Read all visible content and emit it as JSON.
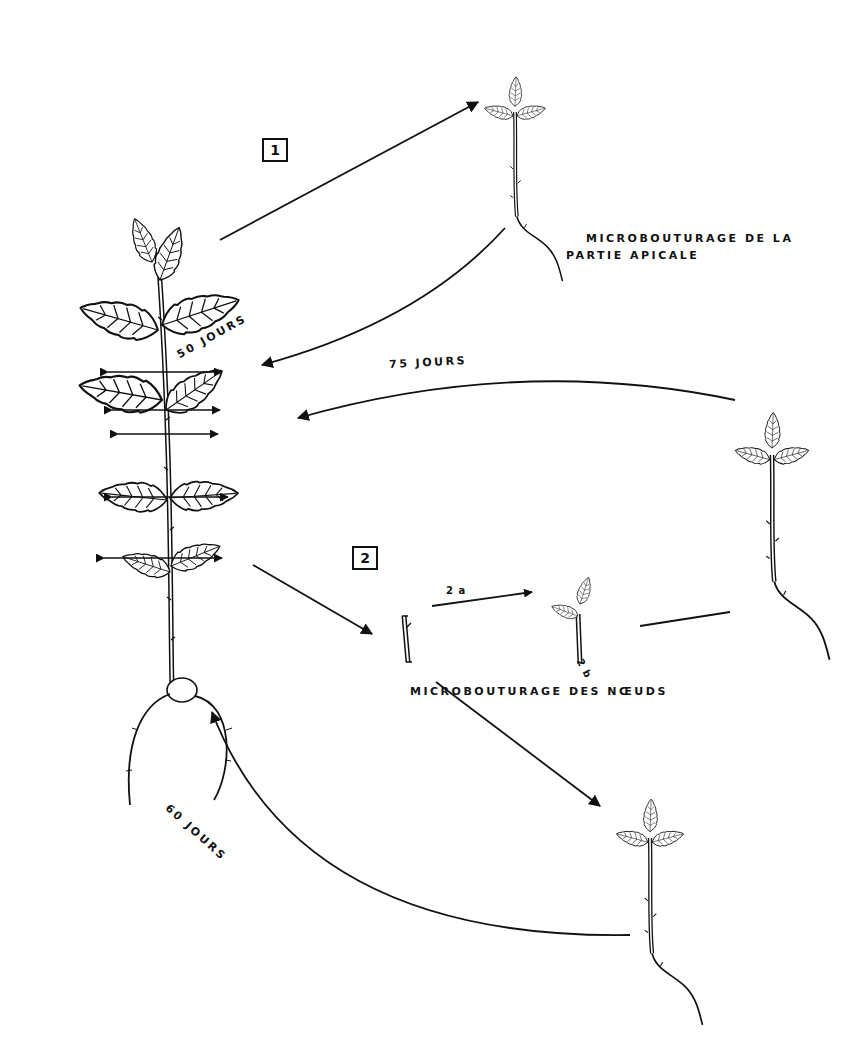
{
  "diagram": {
    "nodes": [
      {
        "text": [
          "1"
        ]
      },
      {
        "text": [
          "2"
        ]
      }
    ],
    "labels": [
      "MICROBOUTURAGE DE LA PARTIE APICALE",
      "50 JOURS",
      "75 JOURS",
      "MICROBOUTURAGE DES NŒUDS",
      "2 a",
      "2 b",
      "60 JOURS"
    ]
  }
}
